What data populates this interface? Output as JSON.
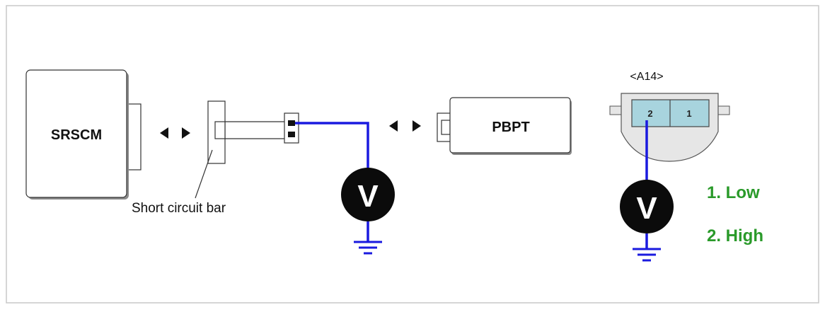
{
  "diagram": {
    "srscm_label": "SRSCM",
    "pbpt_label": "PBPT",
    "short_circuit_bar_label": "Short circuit bar",
    "connector_id": "<A14>",
    "pin_2_label": "2",
    "pin_1_label": "1",
    "meter_left_symbol": "V",
    "meter_right_symbol": "V",
    "legend_low": "1. Low",
    "legend_high": "2. High"
  },
  "colors": {
    "wire": "#1a1adf",
    "legend_text": "#2a9a2a",
    "pin_fill": "#a8d4de",
    "connector_body": "#e6e6e6",
    "border": "#c8c8c8"
  }
}
